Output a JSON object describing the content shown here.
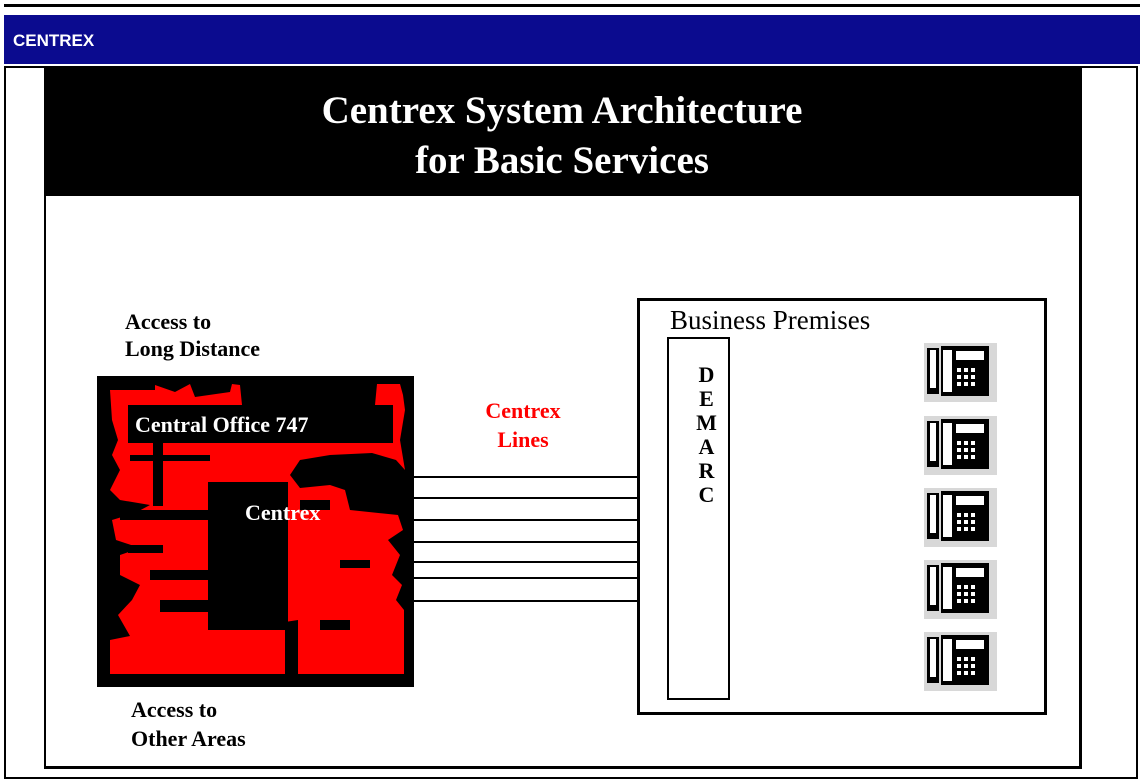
{
  "header": {
    "title": "CENTREX"
  },
  "slide": {
    "title_line1": "Centrex System Architecture",
    "title_line2": "for Basic Services"
  },
  "labels": {
    "long_distance_1": "Access to",
    "long_distance_2": "Long Distance",
    "other_areas_1": "Access to",
    "other_areas_2": "Other Areas",
    "central_office": "Central Office 747",
    "centrex": "Centrex",
    "centrex_lines_1": "Centrex",
    "centrex_lines_2": "Lines",
    "business_premises": "Business Premises"
  },
  "demarc": {
    "letters": [
      "D",
      "E",
      "M",
      "A",
      "R",
      "C"
    ]
  },
  "colors": {
    "header_bg": "#0b0b8f",
    "central_office_fill": "#ff0000",
    "lines_label": "#ff0000"
  },
  "icons": {
    "phone": "telephone-icon"
  }
}
